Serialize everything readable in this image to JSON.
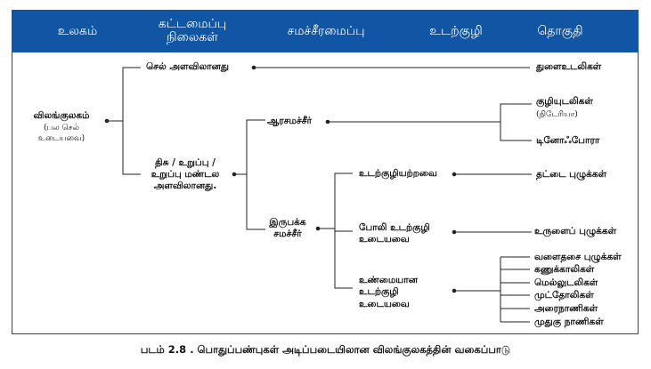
{
  "header": {
    "kingdom": "உலகம்",
    "organization_line1": "கட்டமைப்பு",
    "organization_line2": "நிலைகள்",
    "symmetry": "சமச்சீரமைப்பு",
    "coelom": "உடற்குழி",
    "phylum": "தொகுதி"
  },
  "kingdom": {
    "name": "விலங்குலகம்",
    "sub1": "(பல செல்",
    "sub2": "உடையவை)"
  },
  "organization": {
    "cellular": "செல் அளவிலானது",
    "tissue1": "திசு / உறுப்பு /",
    "tissue2": "உறுப்பு மண்டல",
    "tissue3": "அளவிலானது."
  },
  "symmetry": {
    "radial": "ஆரசமச்சீர்",
    "bilateral1": "இருபக்க",
    "bilateral2": "சமச்சீர்"
  },
  "coelom": {
    "acoelomate": "உடற்குழியற்றவை",
    "pseudo1": "போலி உடற்குழி",
    "pseudo2": "உடையவை",
    "true1": "உண்மையான",
    "true2": "உடற்குழி",
    "true3": "உடையவை"
  },
  "phyla": {
    "porifera": "துளைஉடலிகள்",
    "cnidaria": "குழியுடலிகள்",
    "cnidaria_sub": "(நிடேரியா)",
    "ctenophora": "டினோஃபோரா",
    "platyhelminthes": "தட்டை புழுக்கள்",
    "nematoda": "உருளைப் புழுக்கள்",
    "true_coelom": [
      "வளைதசை புழுக்கள்",
      "கணுக்காலிகள்",
      "மெல்லுடலிகள்",
      "முட்தோலிகள்",
      "அரைநாணிகள்",
      "முதுகு நாணிகள்"
    ]
  },
  "caption": "படம் 2.8 . பொதுப்பண்புகள் அடிப்படையிலான விலங்குலகத்தின் வகைப்பாடு",
  "colors": {
    "header": "#1155a5"
  }
}
